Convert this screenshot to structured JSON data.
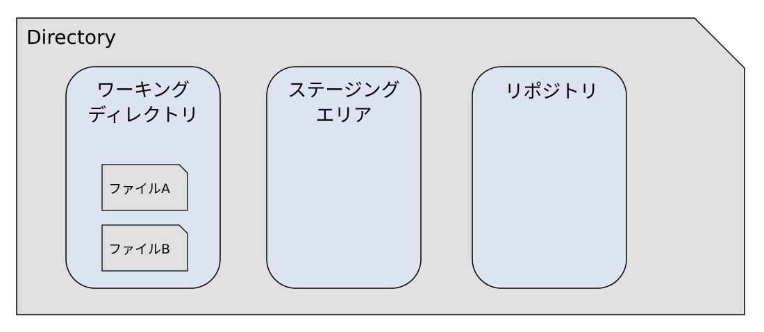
{
  "directory": {
    "title": "Directory"
  },
  "areas": [
    {
      "key": "working",
      "lines": [
        "ワーキング",
        "ディレクトリ"
      ]
    },
    {
      "key": "staging",
      "lines": [
        "ステージング",
        "エリア"
      ]
    },
    {
      "key": "repository",
      "lines": [
        "リポジトリ",
        ""
      ]
    }
  ],
  "files": [
    {
      "label": "ファイルA"
    },
    {
      "label": "ファイルB"
    }
  ],
  "colors": {
    "directory_fill": "#e0e0e0",
    "area_fill": "#dde3f0",
    "file_fill": "#e0e0e0",
    "stroke": "#000000"
  }
}
